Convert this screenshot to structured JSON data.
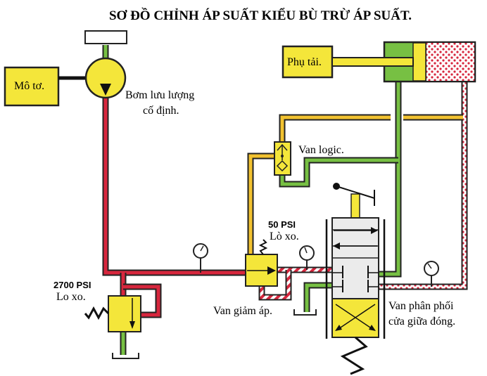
{
  "title": "SƠ ĐỒ CHỈNH ÁP SUẤT KIỂU BÙ TRỪ ÁP SUẤT.",
  "components": {
    "motor": {
      "label": "Mô tơ."
    },
    "pump": {
      "label_line1": "Bơm lưu lượng",
      "label_line2": "cố định."
    },
    "load": {
      "label": "Phụ tải."
    },
    "logic_valve": {
      "label": "Van logic."
    },
    "relief_valve": {
      "pressure": "2700 PSI",
      "spring_label": "Lo xo."
    },
    "reducing_valve": {
      "pressure": "50 PSI",
      "spring_label": "Lò xo.",
      "label": "Van giảm áp."
    },
    "directional_valve": {
      "label_line1": "Van phân phối",
      "label_line2": "cửa giữa đóng."
    }
  },
  "colors": {
    "high_pressure": "#d7263d",
    "return": "#77c043",
    "pilot": "#f2c230",
    "component_fill": "#f4e63a",
    "valve_body": "#ebebeb",
    "outline": "#222222"
  },
  "legend_icons": [
    "motor-icon",
    "pump-icon",
    "cylinder-icon",
    "pressure-gauge-icon",
    "spring-icon",
    "tank-icon",
    "lever-icon"
  ]
}
